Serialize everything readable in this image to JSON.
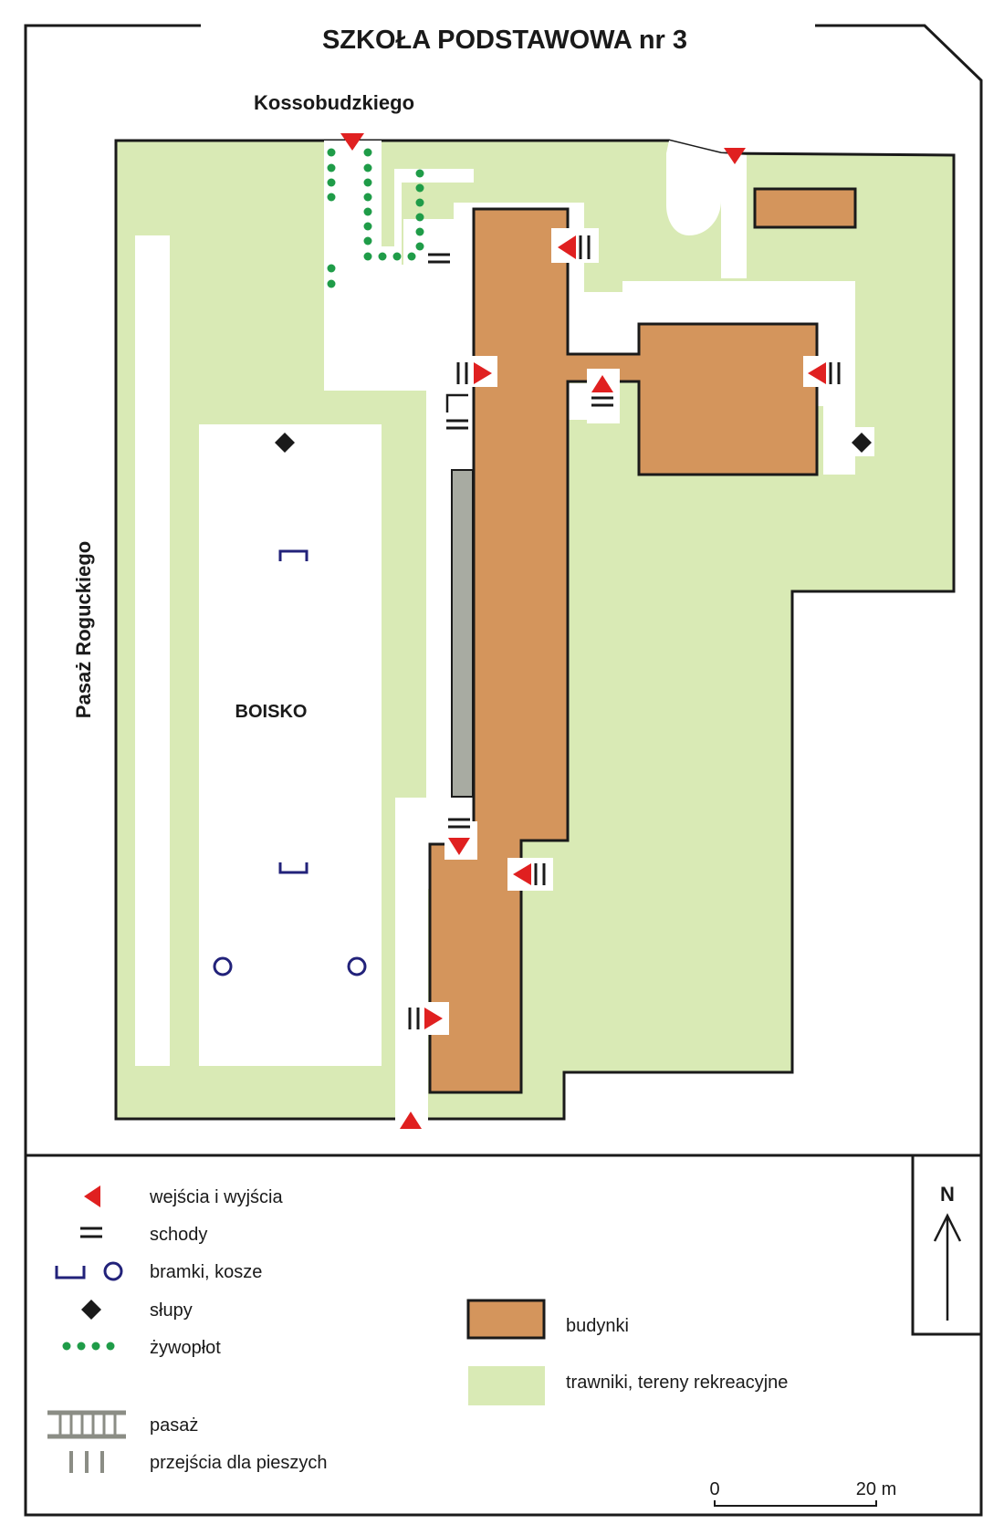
{
  "title": "SZKOŁA PODSTAWOWA nr 3",
  "streets": {
    "north": "Kossobudzkiego",
    "west": "Pasaż Roguckiego"
  },
  "areas": {
    "field_label": "BOISKO"
  },
  "legend": {
    "entrances": "wejścia i wyjścia",
    "stairs": "schody",
    "goals_baskets": "bramki, kosze",
    "poles": "słupy",
    "hedge": "żywopłot",
    "passage": "pasaż",
    "crossings": "przejścia dla pieszych",
    "buildings": "budynki",
    "lawns": "trawniki, tereny rekreacyjne"
  },
  "north_arrow": "N",
  "scale": {
    "start_label": "0",
    "end_label": "20 m"
  },
  "colors": {
    "lawn": "#d9eab5",
    "building": "#d4955c",
    "passage": "#a8aba2",
    "entrance": "#e02020",
    "hedge": "#1f9c48",
    "equipment": "#22227a",
    "outline": "#1a1a1a"
  },
  "icons": {
    "entrance": "red-triangle-icon",
    "stairs": "stairs-icon",
    "goal": "goal-bracket-icon",
    "basket": "basket-circle-icon",
    "pole": "pole-diamond-icon",
    "hedge": "hedge-dots-icon",
    "north": "north-arrow-icon"
  }
}
